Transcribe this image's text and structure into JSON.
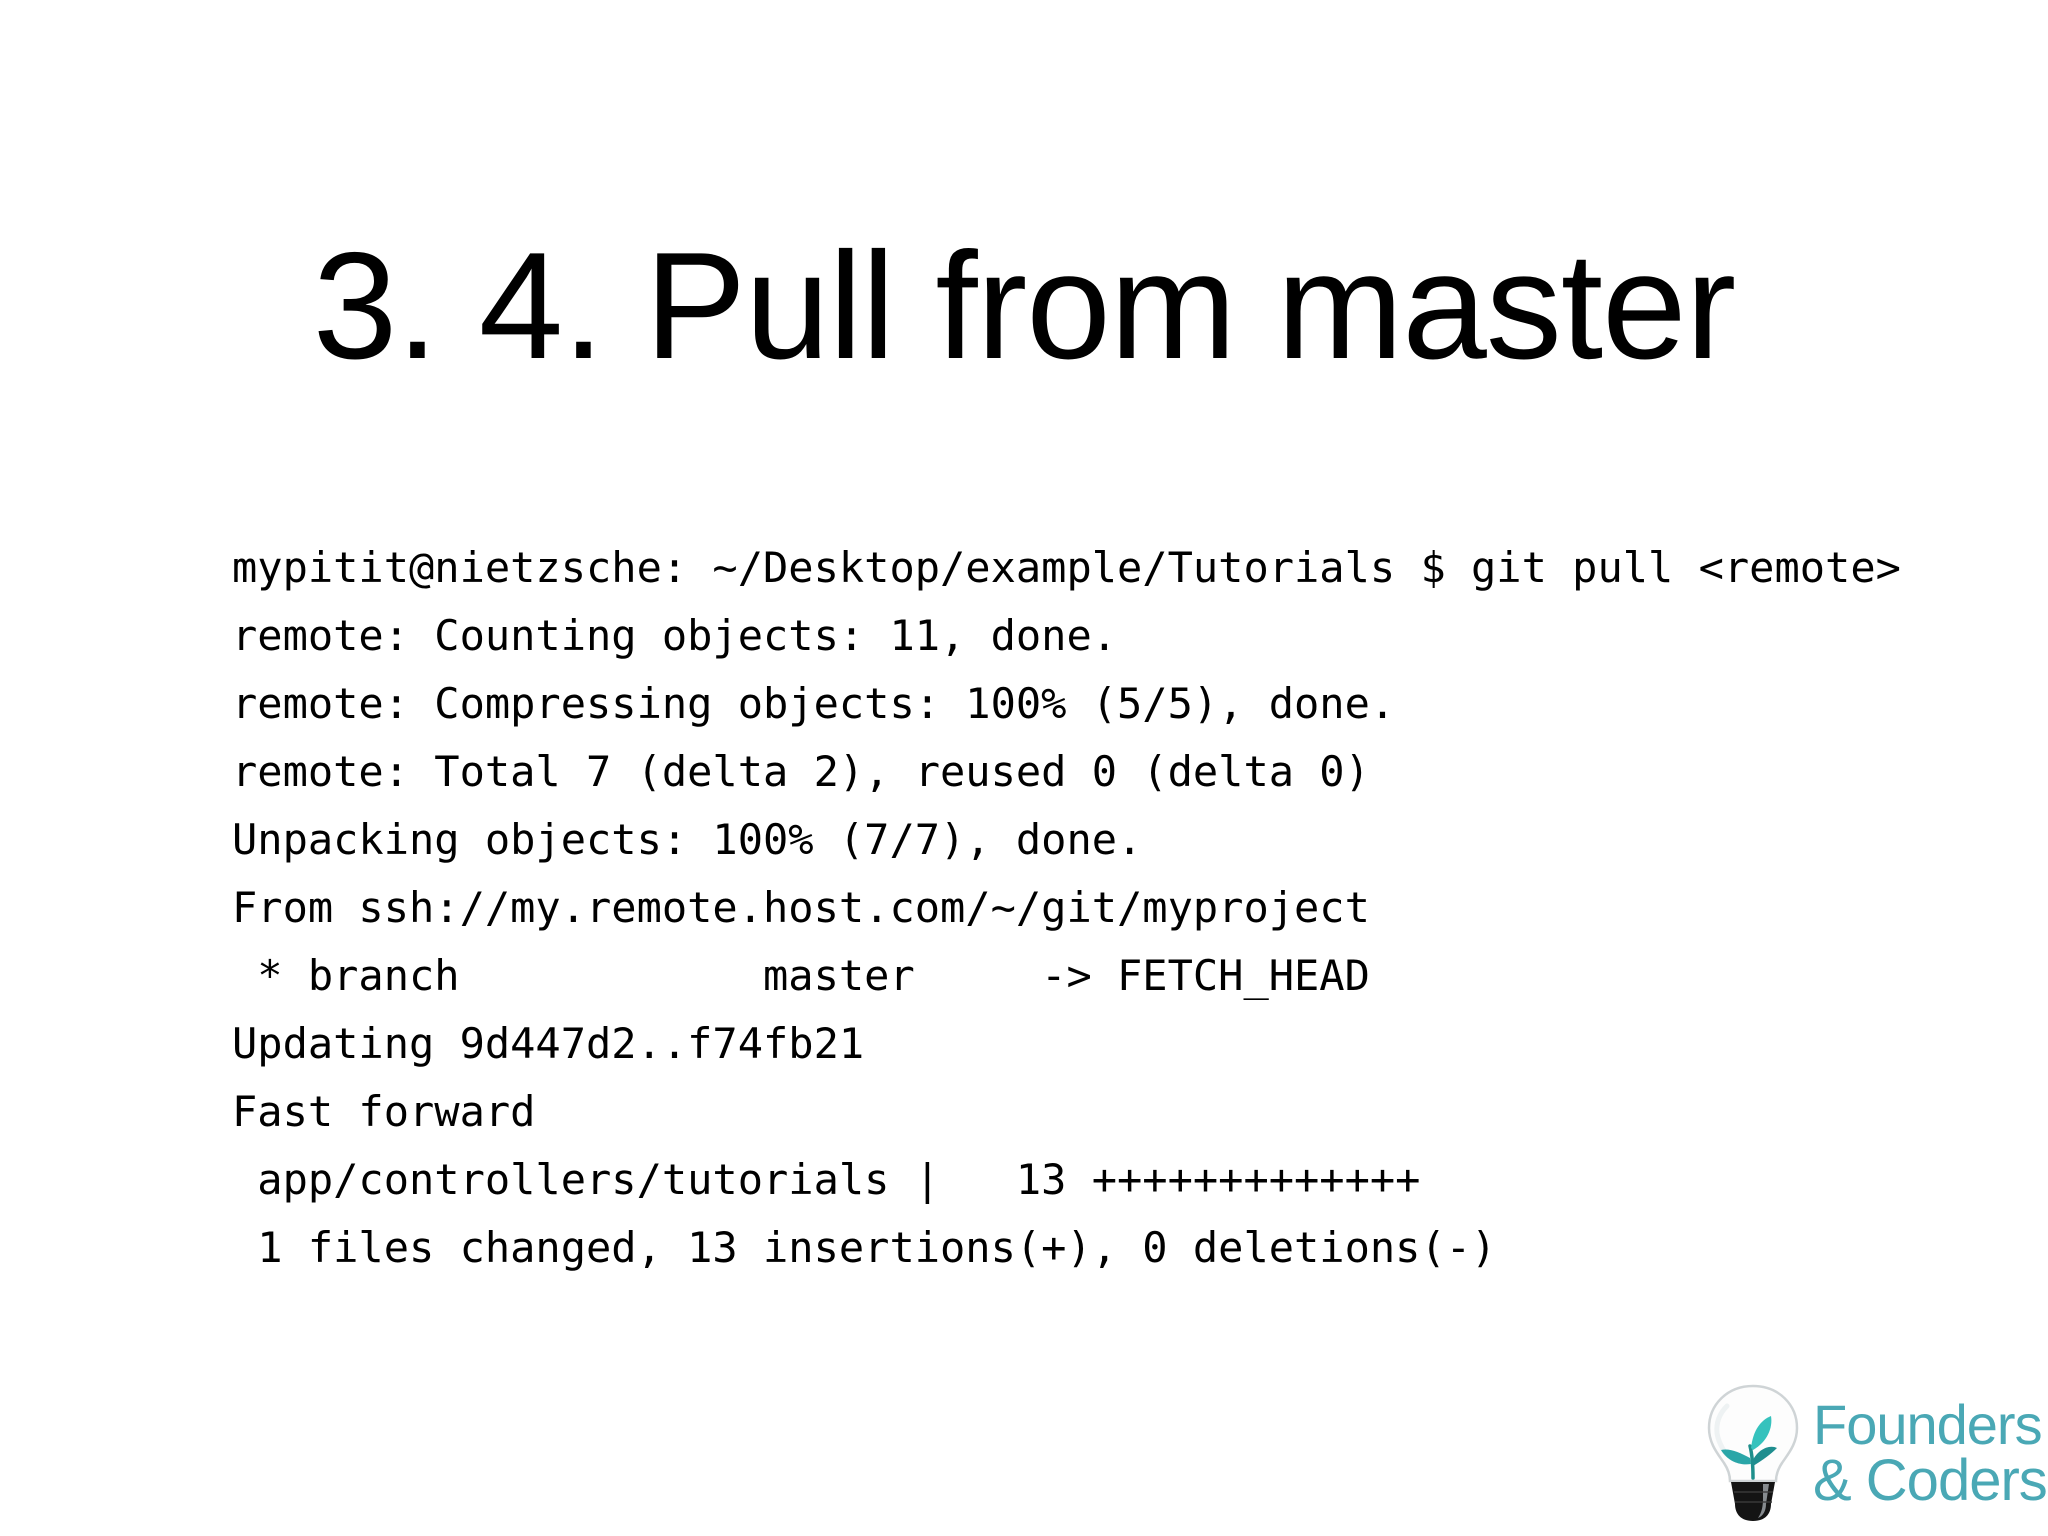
{
  "slide": {
    "title": "3. 4. Pull from master",
    "background_color": "#ffffff",
    "text_color": "#000000"
  },
  "terminal": {
    "lines": [
      "mypitit@nietzsche: ~/Desktop/example/Tutorials $ git pull <remote>",
      "remote: Counting objects: 11, done.",
      "remote: Compressing objects: 100% (5/5), done.",
      "remote: Total 7 (delta 2), reused 0 (delta 0)",
      "Unpacking objects: 100% (7/7), done.",
      "From ssh://my.remote.host.com/~/git/myproject",
      " * branch            master     -> FETCH_HEAD",
      "Updating 9d447d2..f74fb21",
      "Fast forward",
      " app/controllers/tutorials |   13 +++++++++++++",
      " 1 files changed, 13 insertions(+), 0 deletions(-)"
    ]
  },
  "logo": {
    "line1": "Founders",
    "line2": "& Coders",
    "accent_color": "#4aa8b5",
    "sprout_color": "#2fb3b0",
    "base_color": "#141414"
  }
}
